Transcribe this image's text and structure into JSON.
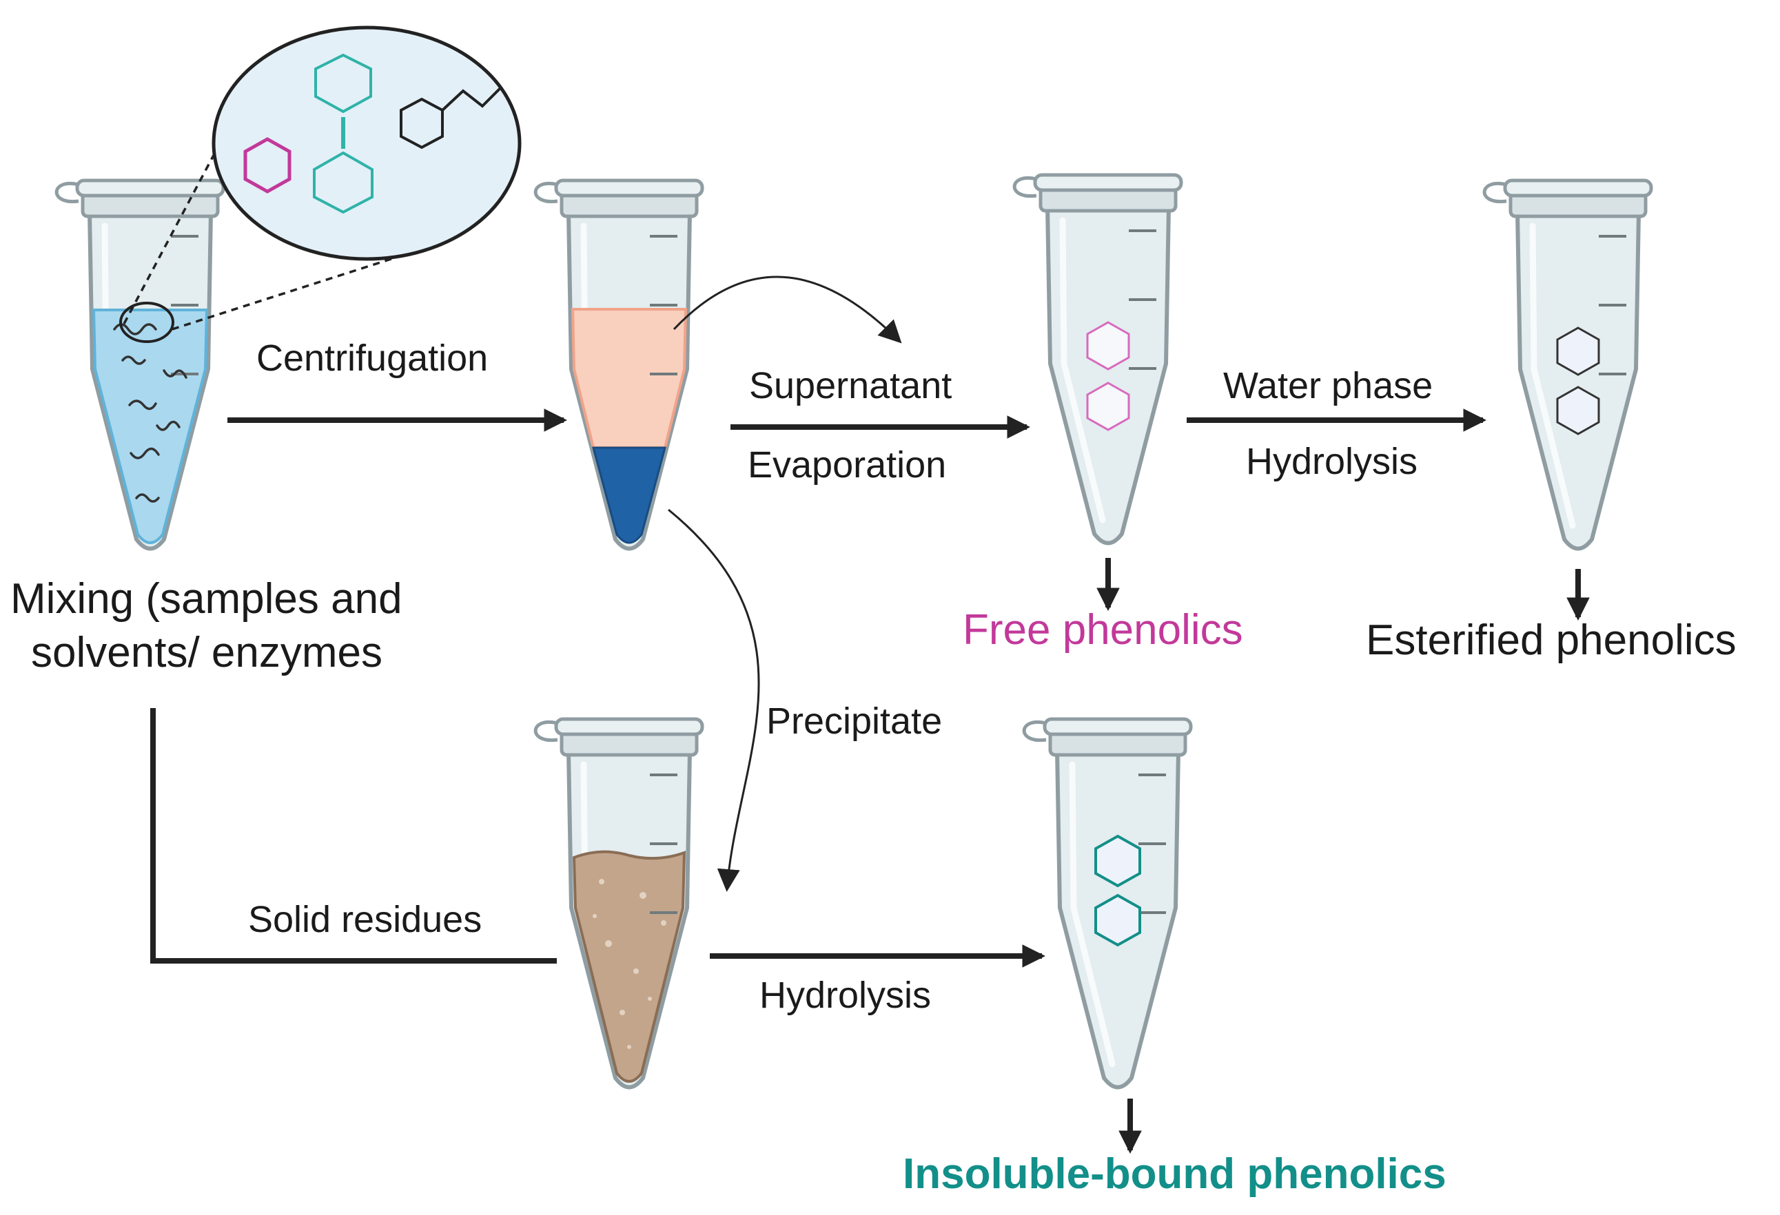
{
  "labels": {
    "centrifugation": "Centrifugation",
    "supernatant": "Supernatant",
    "evaporation": "Evaporation",
    "water_phase": "Water phase",
    "hydrolysis_top": "Hydrolysis",
    "precipitate": "Precipitate",
    "solid_residues": "Solid residues",
    "hydrolysis_bottom": "Hydrolysis",
    "mixing_line1": "Mixing (samples and",
    "mixing_line2": "solvents/ enzymes",
    "free_phenolics": "Free phenolics",
    "esterified_phenolics": "Esterified phenolics",
    "insoluble_bound_phenolics": "Insoluble-bound phenolics"
  },
  "colors": {
    "free_phenolics": "#c2399a",
    "insoluble_bound": "#138f8a",
    "teal_molecule": "#2fb3a8",
    "magenta_molecule": "#c2399a",
    "liquid_blue": "#aad8ee",
    "supernatant_salmon": "#f9cfbd",
    "pellet_blue": "#1f62a5",
    "residue_brown": "#c3a58b",
    "tube_body": "#e4edef",
    "tube_outline": "#8f9da2",
    "arrow": "#222222"
  },
  "icons": [
    "microcentrifuge-tube-icon",
    "hexagon-molecule-icon",
    "zoom-bubble-icon",
    "arrow-icon"
  ]
}
